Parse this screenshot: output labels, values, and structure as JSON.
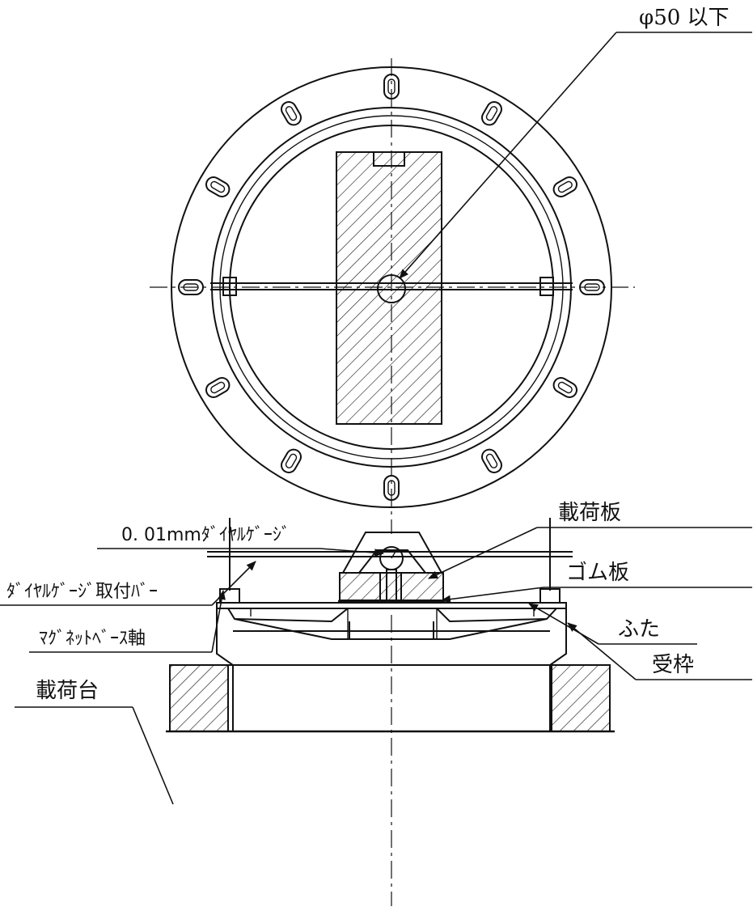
{
  "labels": {
    "hole_diameter": "φ50 以下",
    "loading_plate": "載荷板",
    "dial_gauge": "0. 01mmﾀﾞｲﾔﾙｹﾞｰｼﾞ",
    "rubber_plate": "ゴム板",
    "gauge_mount_bar": "ﾀﾞｲﾔﾙｹﾞｰｼﾞ取付ﾊﾞｰ",
    "magnet_base_shaft": "ﾏｸﾞﾈｯﾄﾍﾞｰｽ軸",
    "cover": "ふた",
    "frame": "受枠",
    "loading_table": "載荷台"
  }
}
